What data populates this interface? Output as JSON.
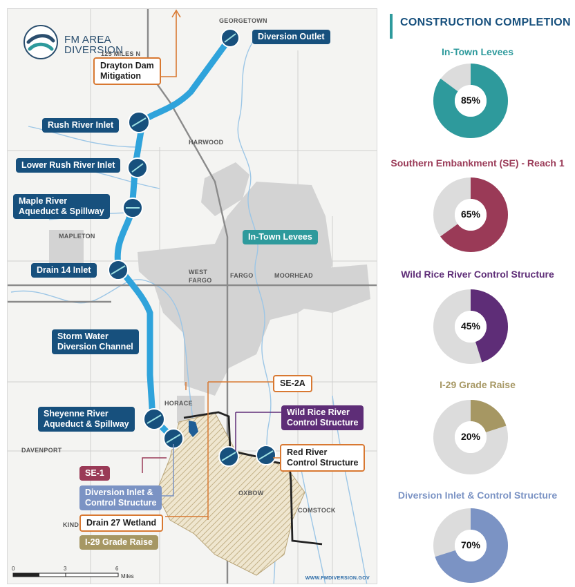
{
  "map": {
    "logo": {
      "line1": "FM AREA",
      "line2": "DIVERSION"
    },
    "places": {
      "georgetown": "GEORGETOWN",
      "harwood": "HARWOOD",
      "mapleton": "MAPLETON",
      "west_fargo_1": "WEST",
      "west_fargo_2": "FARGO",
      "fargo": "FARGO",
      "moorhead": "MOORHEAD",
      "horace": "HORACE",
      "davenport": "DAVENPORT",
      "oxbow": "OXBOW",
      "comstock": "COMSTOCK",
      "kindred": "KIND",
      "miles_marker": "125 MILES N"
    },
    "callouts": {
      "diversion_outlet": "Diversion Outlet",
      "drayton_1": "Drayton Dam",
      "drayton_2": "Mitigation",
      "rush_river_inlet": "Rush River Inlet",
      "lower_rush_river_inlet": "Lower Rush River Inlet",
      "maple_1": "Maple River",
      "maple_2": "Aqueduct & Spillway",
      "in_town_levees": "In-Town Levees",
      "drain_14_inlet": "Drain 14 Inlet",
      "storm_1": "Storm Water",
      "storm_2": "Diversion Channel",
      "se_2a": "SE-2A",
      "sheyenne_1": "Sheyenne River",
      "sheyenne_2": "Aqueduct & Spillway",
      "wild_rice_1": "Wild Rice River",
      "wild_rice_2": "Control Structure",
      "red_river_1": "Red River",
      "red_river_2": "Control Structure",
      "se_1": "SE-1",
      "diversion_inlet_1": "Diversion Inlet &",
      "diversion_inlet_2": "Control Structure",
      "drain_27_wetland": "Drain 27 Wetland",
      "i29_grade_raise": "I-29 Grade Raise"
    },
    "scale": {
      "t0": "0",
      "t3": "3",
      "t6": "6",
      "unit": "Miles"
    },
    "website": "WWW.FMDIVERSION.GOV"
  },
  "completion": {
    "title": "CONSTRUCTION COMPLETION",
    "items": [
      {
        "name": "In-Town Levees",
        "percent": 85,
        "label": "85%",
        "color": "#2e9a9c"
      },
      {
        "name": "Southern Embankment (SE) - Reach 1",
        "percent": 65,
        "label": "65%",
        "color": "#9a3a57"
      },
      {
        "name": "Wild Rice River Control Structure",
        "percent": 45,
        "label": "45%",
        "color": "#5e2d77"
      },
      {
        "name": "I-29 Grade Raise",
        "percent": 20,
        "label": "20%",
        "color": "#a69763"
      },
      {
        "name": "Diversion Inlet & Control Structure",
        "percent": 70,
        "label": "70%",
        "color": "#7b93c4"
      }
    ]
  }
}
